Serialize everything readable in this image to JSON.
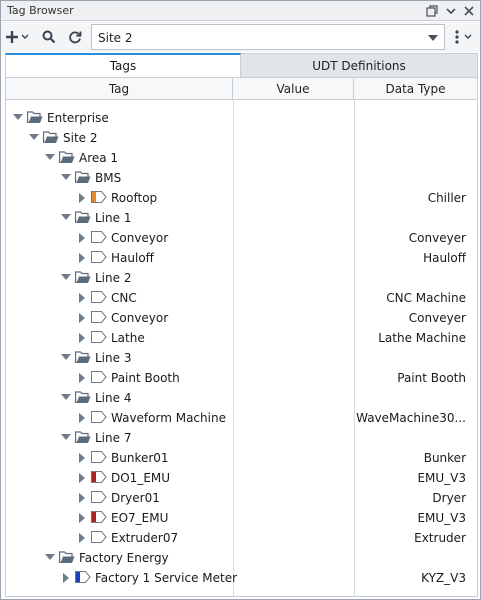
{
  "window": {
    "title": "Tag Browser"
  },
  "toolbar": {
    "site_value": "Site 2"
  },
  "tabs": [
    {
      "label": "Tags"
    },
    {
      "label": "UDT Definitions"
    }
  ],
  "columns": {
    "tag": "Tag",
    "value": "Value",
    "data_type": "Data Type"
  },
  "colors": {
    "folder": "#5b6b7c",
    "udt_outline": "#6d7a88",
    "chiller_marker": "#e8892c",
    "emu_marker": "#b02020",
    "meter_marker": "#1b3fbf",
    "tab_accent": "#2b8cd6"
  },
  "tree": [
    {
      "label": "Enterprise",
      "type": "",
      "kind": "folder",
      "level": 0,
      "expanded": true
    },
    {
      "label": "Site 2",
      "type": "",
      "kind": "folder",
      "level": 1,
      "expanded": true
    },
    {
      "label": "Area 1",
      "type": "",
      "kind": "folder",
      "level": 2,
      "expanded": true
    },
    {
      "label": "BMS",
      "type": "",
      "kind": "folder",
      "level": 3,
      "expanded": true
    },
    {
      "label": "Rooftop",
      "type": "Chiller",
      "kind": "udt-chiller",
      "level": 4,
      "expanded": false
    },
    {
      "label": "Line 1",
      "type": "",
      "kind": "folder",
      "level": 3,
      "expanded": true
    },
    {
      "label": "Conveyor",
      "type": "Conveyer",
      "kind": "udt",
      "level": 4,
      "expanded": false
    },
    {
      "label": "Hauloff",
      "type": "Hauloff",
      "kind": "udt",
      "level": 4,
      "expanded": false
    },
    {
      "label": "Line 2",
      "type": "",
      "kind": "folder",
      "level": 3,
      "expanded": true
    },
    {
      "label": "CNC",
      "type": "CNC Machine",
      "kind": "udt",
      "level": 4,
      "expanded": false
    },
    {
      "label": "Conveyor",
      "type": "Conveyer",
      "kind": "udt",
      "level": 4,
      "expanded": false
    },
    {
      "label": "Lathe",
      "type": "Lathe Machine",
      "kind": "udt",
      "level": 4,
      "expanded": false
    },
    {
      "label": "Line 3",
      "type": "",
      "kind": "folder",
      "level": 3,
      "expanded": true
    },
    {
      "label": "Paint Booth",
      "type": "Paint Booth",
      "kind": "udt",
      "level": 4,
      "expanded": false
    },
    {
      "label": "Line 4",
      "type": "",
      "kind": "folder",
      "level": 3,
      "expanded": true
    },
    {
      "label": "Waveform Machine",
      "type": "WaveMachine30...",
      "kind": "udt",
      "level": 4,
      "expanded": false
    },
    {
      "label": "Line 7",
      "type": "",
      "kind": "folder",
      "level": 3,
      "expanded": true
    },
    {
      "label": "Bunker01",
      "type": "Bunker",
      "kind": "udt",
      "level": 4,
      "expanded": false
    },
    {
      "label": "DO1_EMU",
      "type": "EMU_V3",
      "kind": "udt-emu",
      "level": 4,
      "expanded": false
    },
    {
      "label": "Dryer01",
      "type": "Dryer",
      "kind": "udt",
      "level": 4,
      "expanded": false
    },
    {
      "label": "EO7_EMU",
      "type": "EMU_V3",
      "kind": "udt-emu",
      "level": 4,
      "expanded": false
    },
    {
      "label": "Extruder07",
      "type": "Extruder",
      "kind": "udt",
      "level": 4,
      "expanded": false
    },
    {
      "label": "Factory Energy",
      "type": "",
      "kind": "folder",
      "level": 2,
      "expanded": true
    },
    {
      "label": "Factory 1 Service Meter",
      "type": "KYZ_V3",
      "kind": "udt-meter",
      "level": 3,
      "expanded": false
    }
  ]
}
